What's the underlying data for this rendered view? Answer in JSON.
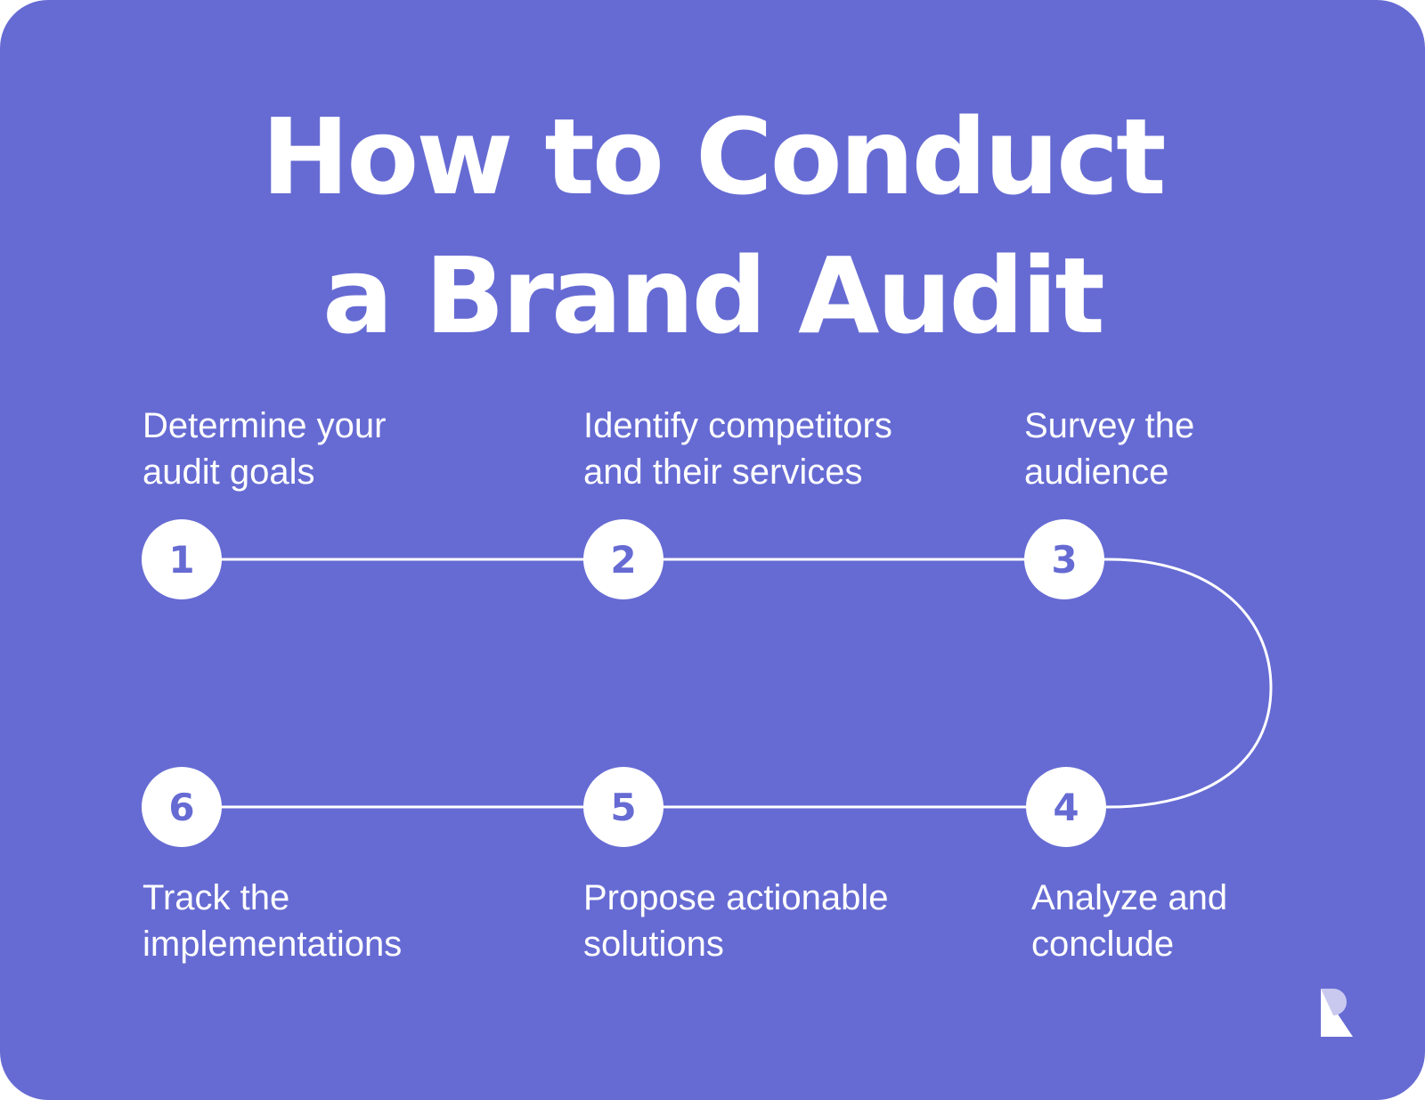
{
  "colors": {
    "background": "#666bd3",
    "accent": "#ffffff",
    "logo_tint": "#c9c9f0"
  },
  "title": {
    "line1": "How to Conduct",
    "line2": "a Brand Audit"
  },
  "steps": [
    {
      "number": "1",
      "line1": "Determine your",
      "line2": "audit goals"
    },
    {
      "number": "2",
      "line1": "Identify competitors",
      "line2": "and their services"
    },
    {
      "number": "3",
      "line1": "Survey the",
      "line2": "audience"
    },
    {
      "number": "4",
      "line1": "Analyze and",
      "line2": "conclude"
    },
    {
      "number": "5",
      "line1": "Propose actionable",
      "line2": "solutions"
    },
    {
      "number": "6",
      "line1": "Track the",
      "line2": "implementations"
    }
  ],
  "logo": {
    "icon": "brand-r-logo-icon"
  }
}
